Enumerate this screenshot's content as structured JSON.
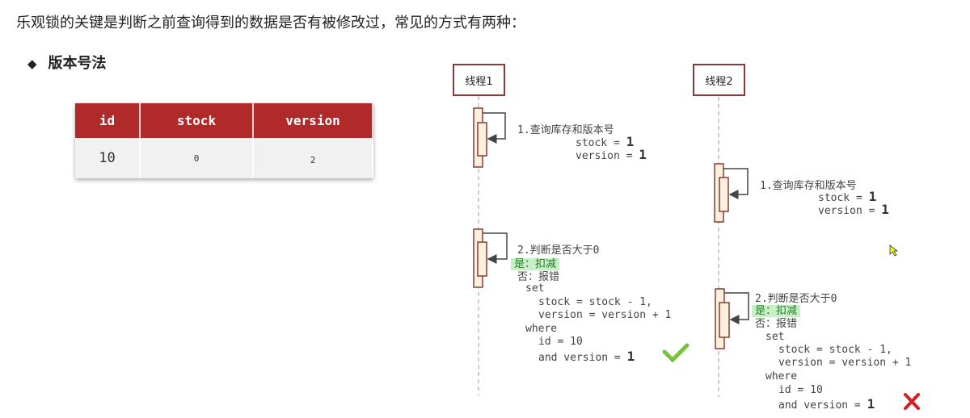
{
  "heading": "乐观锁的关键是判断之前查询得到的数据是否有被修改过，常见的方式有两种：",
  "method": {
    "bullet": "◆",
    "label": "版本号法"
  },
  "table": {
    "headers": [
      "id",
      "stock",
      "version"
    ],
    "rows": [
      [
        "10",
        "0",
        "2"
      ]
    ]
  },
  "threads": [
    {
      "name": "线程1",
      "step1": {
        "title": "1.查询库存和版本号",
        "stock": "stock = ",
        "stock_val": "1",
        "version": "version = ",
        "version_val": "1"
      },
      "step2": {
        "title": "2.判断是否大于0",
        "yes": "是：扣减",
        "no": "否：报错",
        "set": "set",
        "set1": "stock = stock - 1,",
        "set2": "version = version + 1",
        "where": "where",
        "w1": "id = 10",
        "w2": "and version = ",
        "w2_val": "1"
      },
      "result": "success"
    },
    {
      "name": "线程2",
      "step1": {
        "title": "1.查询库存和版本号",
        "stock": "stock = ",
        "stock_val": "1",
        "version": "version = ",
        "version_val": "1"
      },
      "step2": {
        "title": "2.判断是否大于0",
        "yes": "是：扣减",
        "no": "否：报错",
        "set": "set",
        "set1": "stock = stock - 1,",
        "set2": "version = version + 1",
        "where": "where",
        "w1": "id = 10",
        "w2": "and version = ",
        "w2_val": "1"
      },
      "result": "failure"
    }
  ],
  "colors": {
    "header": "#b02a2a",
    "success": "#7ac142",
    "failure": "#d42020",
    "highlight": "#c8efc8"
  }
}
